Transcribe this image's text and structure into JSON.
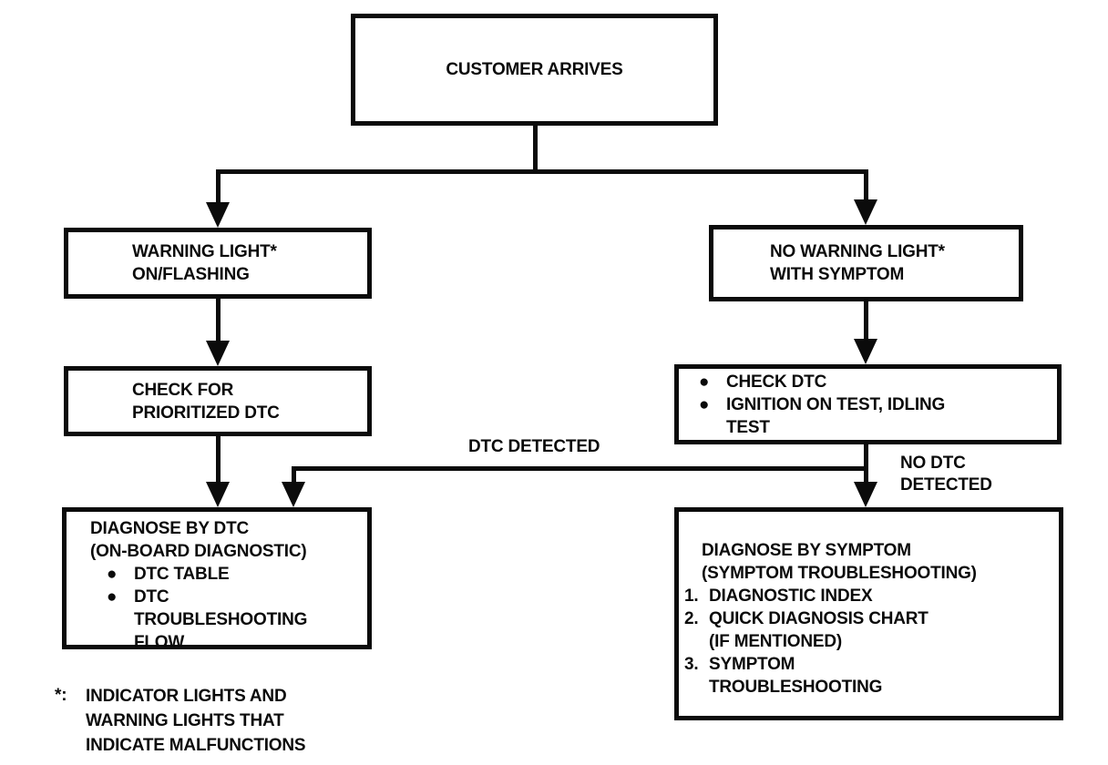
{
  "colors": {
    "ink": "#0b0b0b",
    "background": "#ffffff"
  },
  "icons": {
    "bullet": "●"
  },
  "nodes": {
    "customer_arrives": {
      "lines": [
        "CUSTOMER ARRIVES"
      ]
    },
    "warning_light": {
      "lines": [
        "WARNING LIGHT*",
        "ON/FLASHING"
      ]
    },
    "check_prioritized": {
      "lines": [
        "CHECK FOR",
        "PRIORITIZED DTC"
      ]
    },
    "diagnose_by_dtc": {
      "title_lines": [
        "DIAGNOSE BY DTC",
        "(ON-BOARD DIAGNOSTIC)"
      ],
      "bullet_items": [
        {
          "lines": [
            "DTC TABLE"
          ]
        },
        {
          "lines": [
            "DTC",
            "TROUBLESHOOTING",
            "FLOW"
          ]
        }
      ]
    },
    "no_warning_light": {
      "lines": [
        "NO WARNING LIGHT*",
        "WITH SYMPTOM"
      ]
    },
    "check_dtc": {
      "bullet_items": [
        {
          "lines": [
            "CHECK DTC"
          ]
        },
        {
          "lines": [
            "IGNITION ON TEST, IDLING",
            "TEST"
          ]
        }
      ]
    },
    "diagnose_by_symptom": {
      "title_lines": [
        "DIAGNOSE BY SYMPTOM",
        "(SYMPTOM TROUBLESHOOTING)"
      ],
      "numbered_items": [
        {
          "num": "1.",
          "lines": [
            "DIAGNOSTIC INDEX"
          ]
        },
        {
          "num": "2.",
          "lines": [
            "QUICK DIAGNOSIS CHART",
            "(IF MENTIONED)"
          ]
        },
        {
          "num": "3.",
          "lines": [
            "SYMPTOM",
            "TROUBLESHOOTING"
          ]
        }
      ]
    }
  },
  "edge_labels": {
    "dtc_detected": "DTC DETECTED",
    "no_dtc": [
      "NO DTC",
      "DETECTED"
    ]
  },
  "footnote": {
    "marker": "*:",
    "lines": [
      "INDICATOR LIGHTS AND",
      "WARNING LIGHTS THAT",
      "INDICATE MALFUNCTIONS"
    ]
  }
}
